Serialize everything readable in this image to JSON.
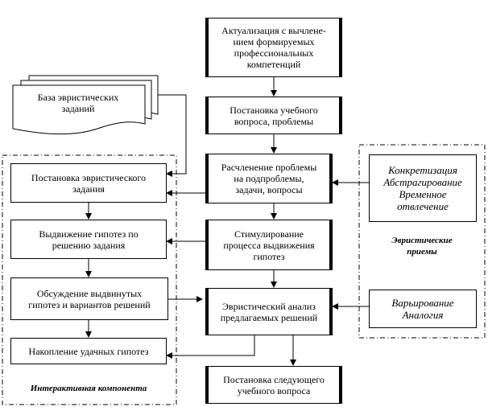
{
  "center": [
    {
      "id": "c1",
      "text": "Актуализация с вычлене-\nнием формируемых\nпрофессиональных\nкомпетенций"
    },
    {
      "id": "c2",
      "text": "Постановка учебного\nвопроса, проблемы"
    },
    {
      "id": "c3",
      "text": "Расчленение проблемы\nна подпроблемы,\nзадачи, вопросы"
    },
    {
      "id": "c4",
      "text": "Стимулирование\nпроцесса выдвижения\nгипотез"
    },
    {
      "id": "c5",
      "text": "Эвристический анализ\nпредлагаемых решений"
    },
    {
      "id": "c6",
      "text": "Постановка следующего\nучебного вопроса"
    }
  ],
  "left": [
    {
      "id": "l1",
      "text": "Постановка эвристического\nзадания"
    },
    {
      "id": "l2",
      "text": "Выдвижение гипотез по\nрешению задания"
    },
    {
      "id": "l3",
      "text": "Обсуждение выдвинутых\nгипотез и вариантов решений"
    },
    {
      "id": "l4",
      "text": "Накопление удачных гипотез"
    }
  ],
  "right": [
    {
      "id": "r1",
      "text": "Конкретизация\nАбстрагирование\nВременное\nотвлечение"
    },
    {
      "id": "r2",
      "text": "Варьирование\nАналогия"
    }
  ],
  "database": {
    "text": "База эвристических\nзаданий"
  },
  "groups": {
    "interactive": "Интерактивная компонента",
    "heuristic": "Эвристические\nприемы"
  }
}
